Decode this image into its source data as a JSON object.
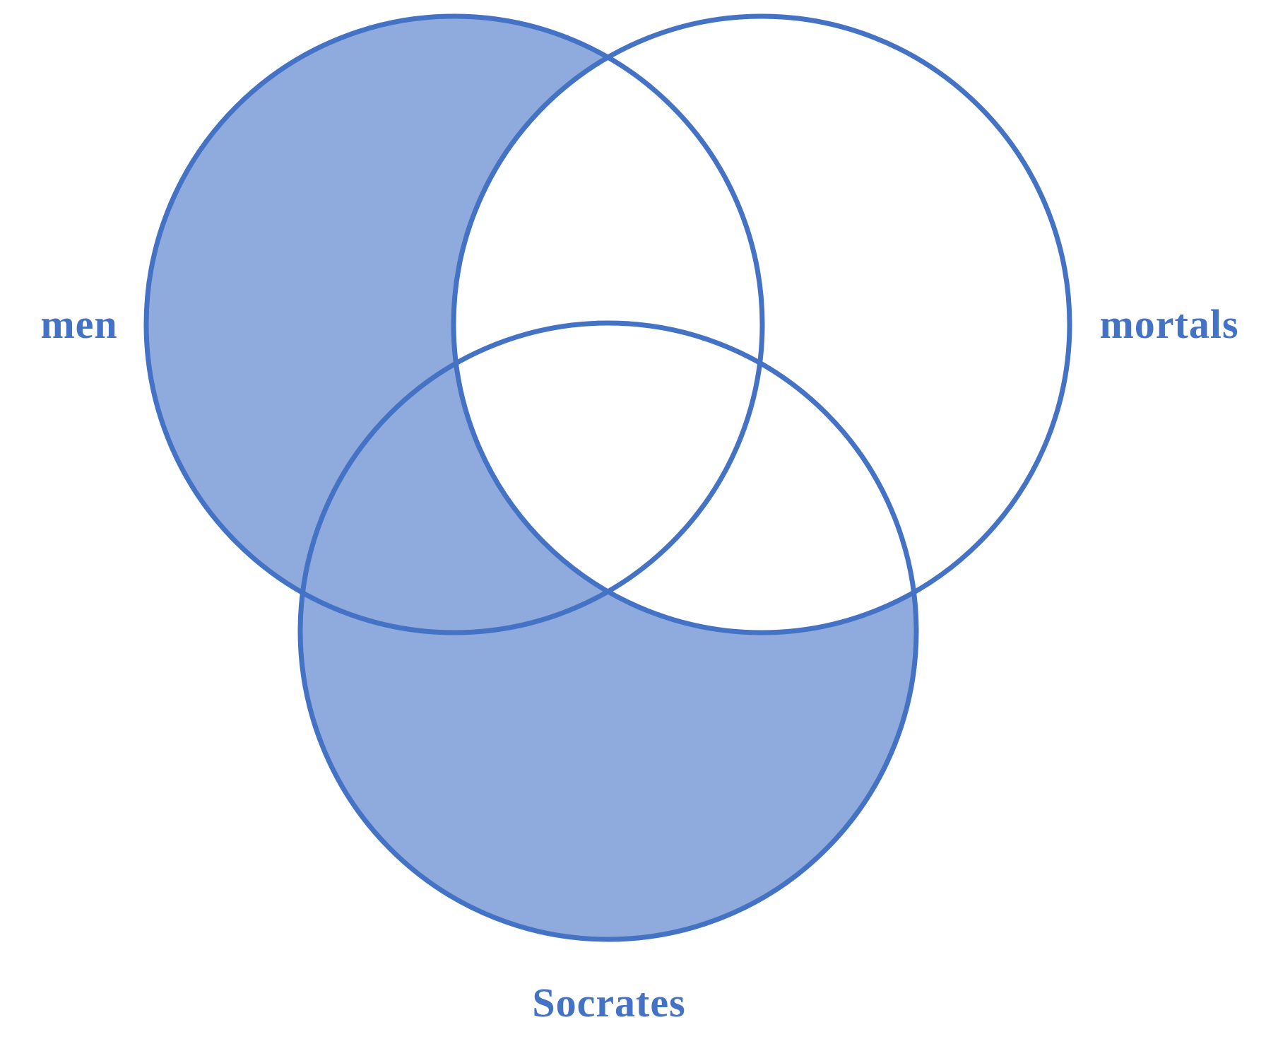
{
  "colors": {
    "stroke": "#4472c4",
    "shade": "#8faadc",
    "background": "#ffffff",
    "label": "#4472c4"
  },
  "sets": {
    "men": {
      "label": "men"
    },
    "mortals": {
      "label": "mortals"
    },
    "socrates": {
      "label": "Socrates"
    }
  },
  "regions": {
    "men_only": "shaded",
    "mortals_only": "empty",
    "socrates_only": "shaded",
    "men_mortals_only": "empty",
    "men_socrates_only": "shaded",
    "mortals_socrates_only": "empty",
    "all_three": "empty"
  }
}
